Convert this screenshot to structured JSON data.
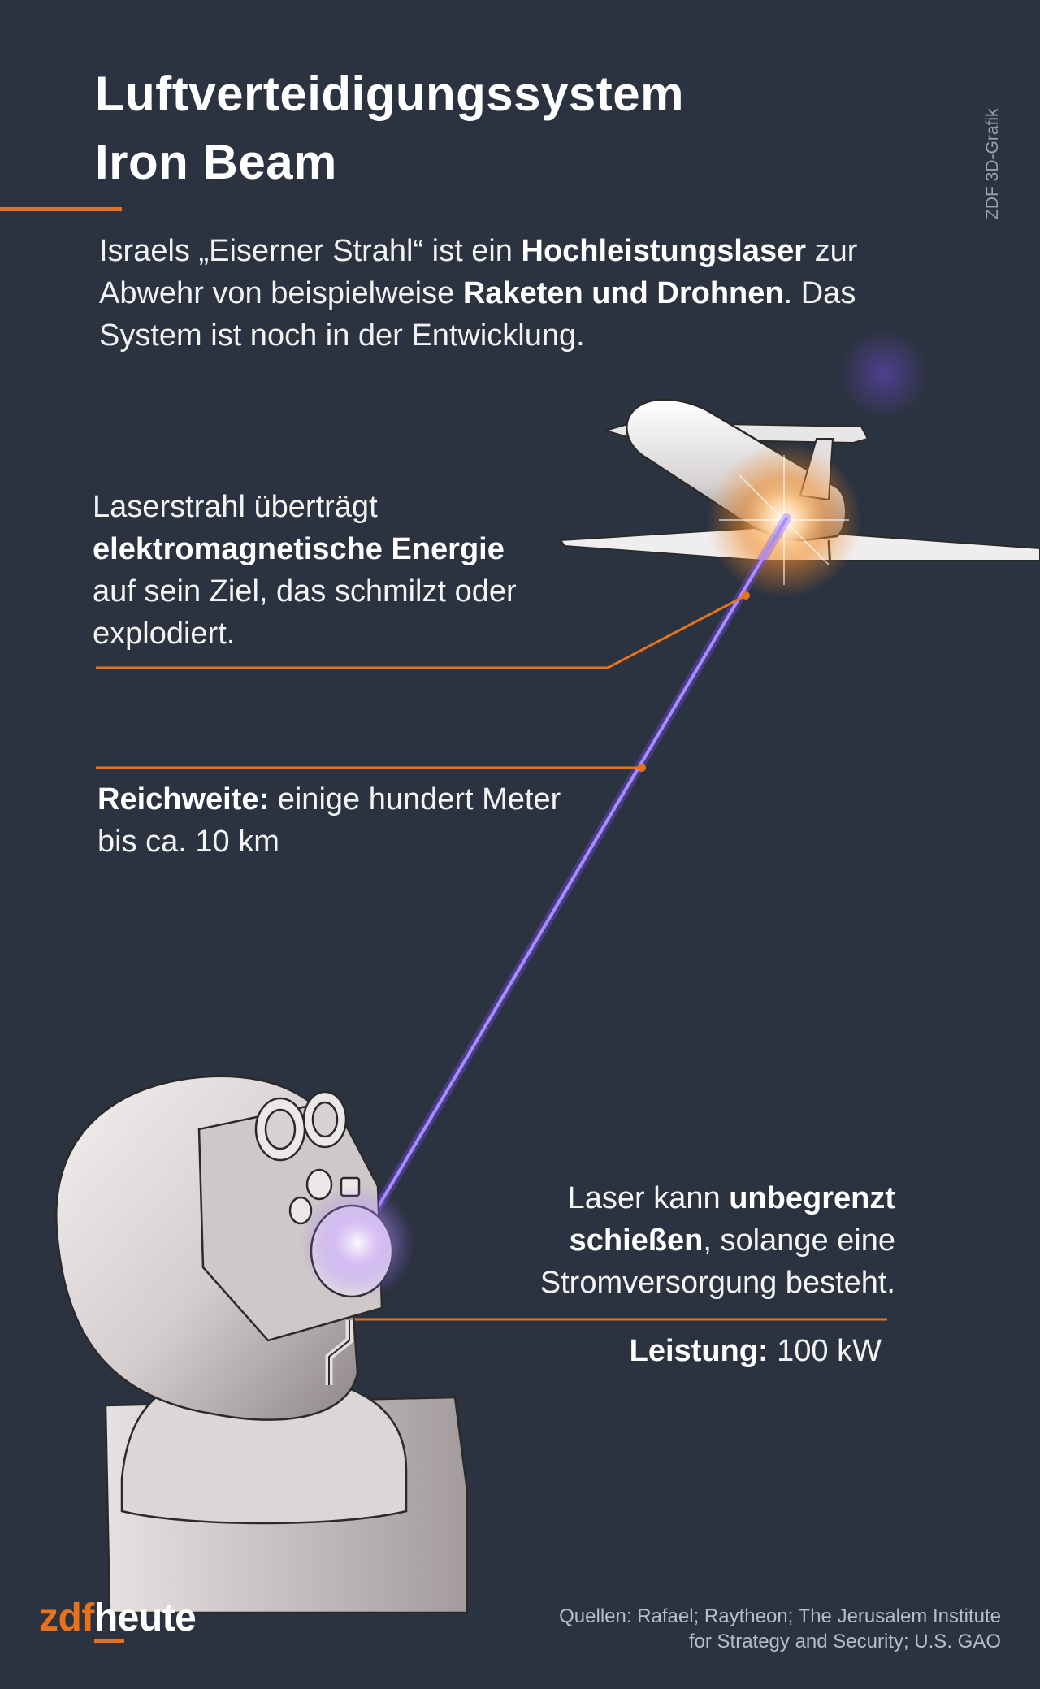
{
  "title": {
    "line1": "Luftverteidigungssystem",
    "line2": "Iron Beam"
  },
  "credit": "ZDF 3D-Grafik",
  "intro": {
    "p1": "Israels „Eiserner Strahl“ ist ein ",
    "b1": "Hochleistungslaser",
    "p2": " zur Abwehr von beispielweise ",
    "b2": "Raketen und Drohnen",
    "p3": ". Das System ist noch in der Entwicklung."
  },
  "callouts": {
    "laser": {
      "p1": "Laserstrahl überträgt ",
      "b1": "elektromagnetische Energie",
      "p2": " auf sein Ziel, das schmilzt oder explodiert."
    },
    "range": {
      "b1": "Reichweite:",
      "p1": " einige hundert Meter bis ca. 10 km"
    },
    "unlimited": {
      "p1": "Laser kann ",
      "b1": "unbegrenzt schießen",
      "p2": ", solange eine Stromversorgung besteht."
    },
    "power": {
      "b1": "Leistung:",
      "p1": " 100 kW"
    }
  },
  "logo": {
    "part1": "zdf",
    "part2": "heute"
  },
  "sources": {
    "line1": "Quellen: Rafael; Raytheon; The Jerusalem Institute",
    "line2": "for Strategy and Security; U.S. GAO"
  },
  "colors": {
    "background": "#2c3340",
    "accent": "#e8711c",
    "beam": "#8a5cff",
    "text": "#ffffff"
  }
}
